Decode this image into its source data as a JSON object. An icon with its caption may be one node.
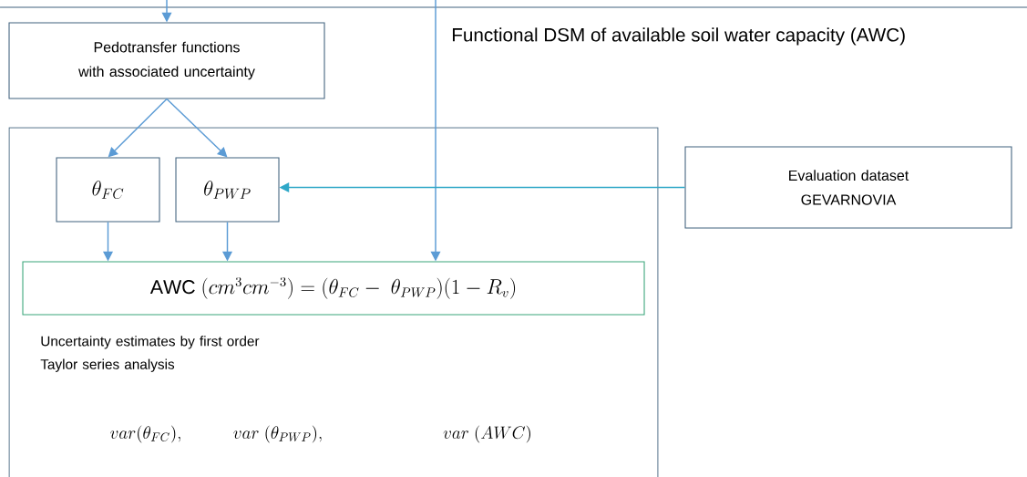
{
  "diagram": {
    "title": "Functional DSM of available soil water capacity (AWC)",
    "nodes": [
      {
        "text": [
          "Pedotransfer functions with associated uncertainty"
        ]
      },
      {
        "text": [
          "Uncertainty estimates by first order Taylor series analysis"
        ]
      },
      {
        "text": [
          "\\theta_{FC}"
        ],
        "in": 1
      },
      {
        "text": [
          "\\theta_{PWP}"
        ],
        "in": 1
      },
      {
        "text": [
          "\\mathrm{AWC}\\ (cm^{3}cm^{-3}) = (\\theta_{FC}-\\ \\theta_{PWP})(1-R_{v})"
        ],
        "in": 1
      },
      {
        "text": [
          "Evaluation dataset GEVARNOVIA"
        ]
      }
    ],
    "edges": [
      {
        "from": null,
        "to": 0,
        "arrow": "to"
      },
      {
        "from": 0,
        "to": 2,
        "arrow": "to"
      },
      {
        "from": 0,
        "to": 3,
        "arrow": "to"
      },
      {
        "from": 2,
        "to": 4,
        "arrow": "to"
      },
      {
        "from": 3,
        "to": 4,
        "arrow": "to"
      },
      {
        "from": null,
        "to": 4,
        "arrow": "to"
      },
      {
        "from": 5,
        "to": 3,
        "arrow": "to",
        "color": "#2fa8c8"
      }
    ],
    "labels": [
      "var(\\theta_{FC}),",
      "var\\ (\\theta_{PWP}),",
      "var\\ (AWC)"
    ]
  }
}
